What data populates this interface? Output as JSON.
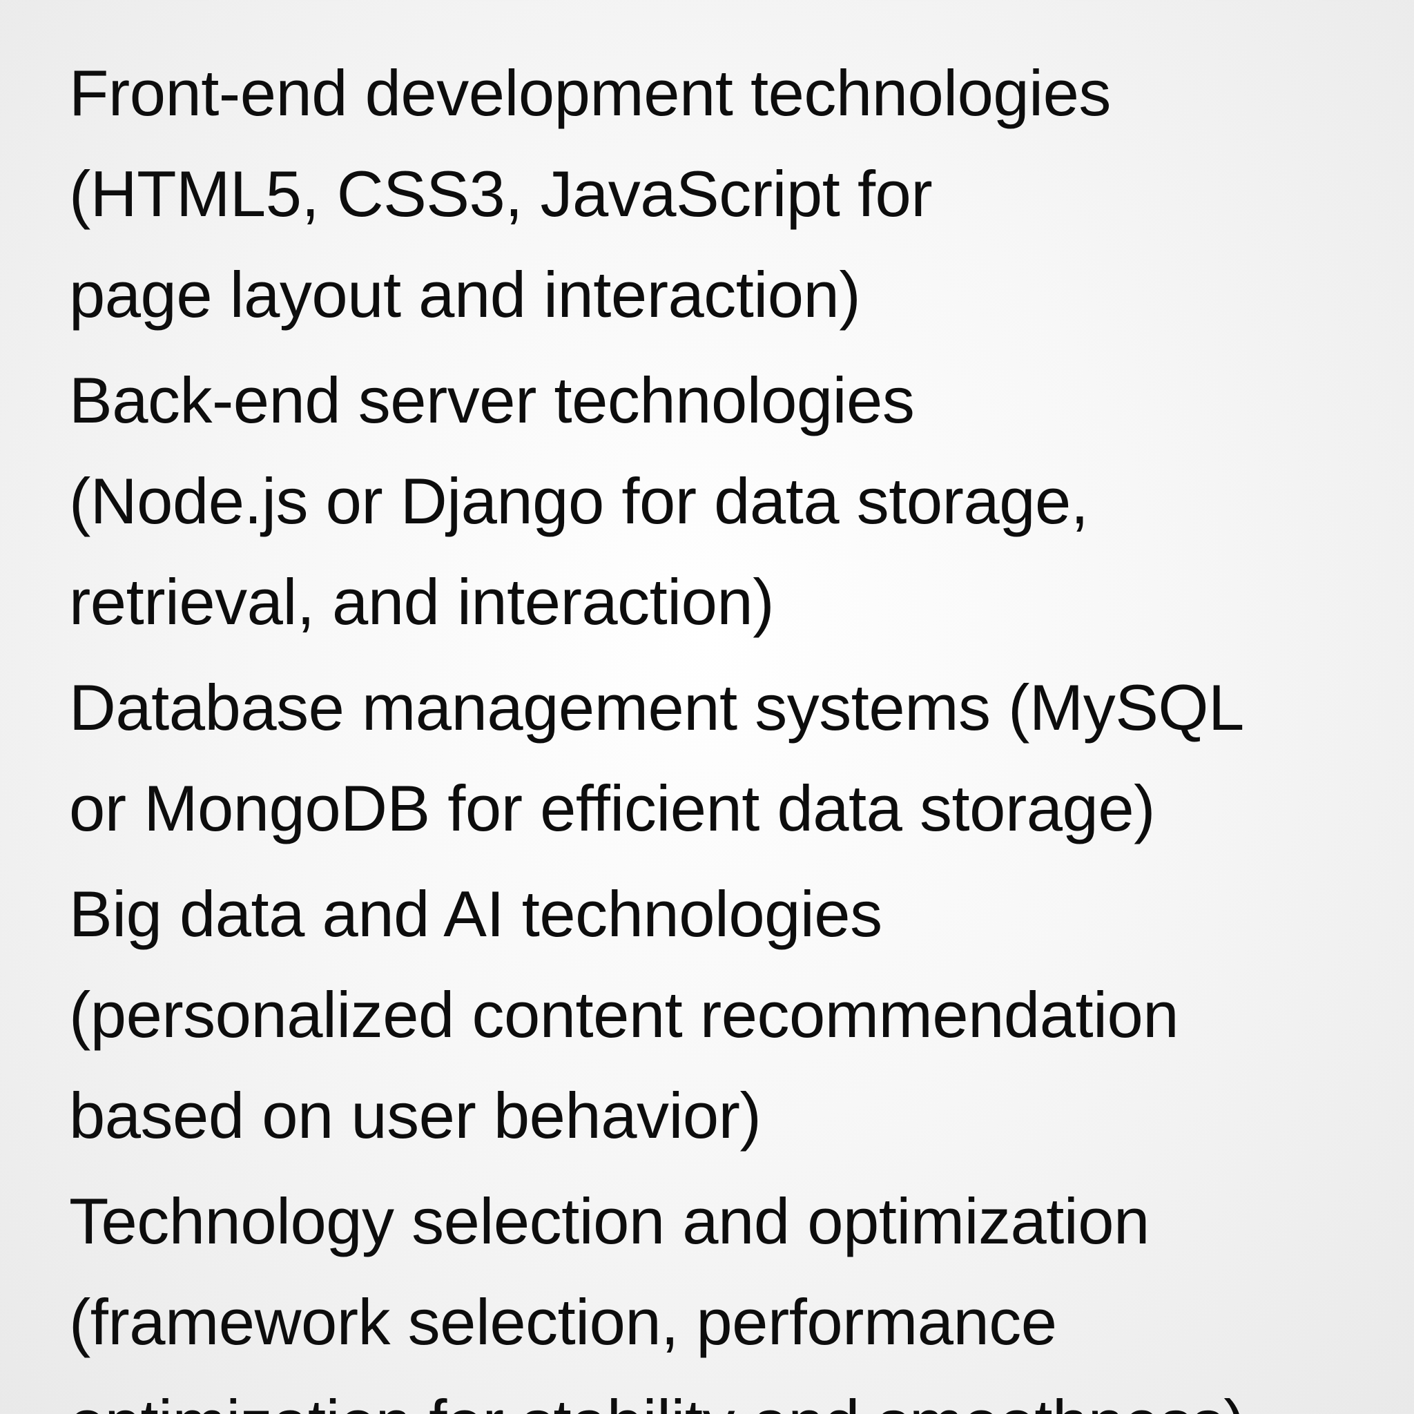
{
  "items": [
    {
      "lines": [
        "Front-end development technologies",
        "(HTML5, CSS3, JavaScript for",
        "page layout and interaction)"
      ]
    },
    {
      "lines": [
        "Back-end server technologies",
        "(Node.js or Django for data storage,",
        "retrieval, and interaction)"
      ]
    },
    {
      "lines": [
        "Database management systems (MySQL",
        "or MongoDB for efficient data storage)"
      ]
    },
    {
      "lines": [
        "Big data and AI technologies",
        "(personalized content recommendation",
        "based on user behavior)"
      ]
    },
    {
      "lines": [
        "Technology selection and optimization",
        "(framework selection, performance",
        "optimization for stability and smoothness)"
      ]
    }
  ]
}
